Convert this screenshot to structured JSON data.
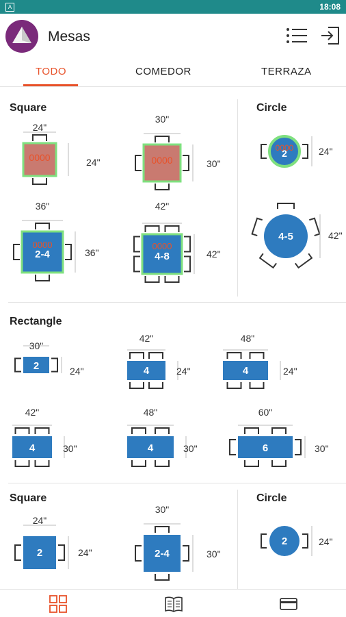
{
  "status_bar": {
    "time": "18:08",
    "notification_icon": "A"
  },
  "app_bar": {
    "title": "Mesas",
    "logo_icon": "pyramid-logo",
    "list_icon": "list-icon",
    "exit_icon": "exit-icon"
  },
  "tabs": [
    {
      "label": "TODO",
      "active": true
    },
    {
      "label": "COMEDOR",
      "active": false
    },
    {
      "label": "TERRAZA",
      "active": false
    }
  ],
  "sections": {
    "square_1": "Square",
    "circle_1": "Circle",
    "rectangle": "Rectangle",
    "square_2": "Square",
    "circle_2": "Circle"
  },
  "tables": {
    "sq24": {
      "label": "0000",
      "width": "24\"",
      "height": "24\""
    },
    "sq30": {
      "label": "0000",
      "width": "30\"",
      "height": "30\""
    },
    "sq36": {
      "label": "2-4",
      "overlay": "0000",
      "width": "36\"",
      "height": "36\""
    },
    "sq42": {
      "label": "4-8",
      "overlay": "0000",
      "width": "42\"",
      "height": "42\""
    },
    "ci24": {
      "label": "2",
      "overlay": "0000",
      "height": "24\""
    },
    "ci42": {
      "label": "4-5",
      "height": "42\""
    },
    "r30": {
      "label": "2",
      "width": "30\"",
      "height": "24\""
    },
    "r42a": {
      "label": "4",
      "width": "42\"",
      "height": "24\""
    },
    "r48a": {
      "label": "4",
      "width": "48\"",
      "height": "24\""
    },
    "r42b": {
      "label": "4",
      "width": "42\"",
      "height": "30\""
    },
    "r48b": {
      "label": "4",
      "width": "48\"",
      "height": "30\""
    },
    "r60": {
      "label": "6",
      "width": "60\"",
      "height": "30\""
    },
    "sq24b": {
      "label": "2",
      "width": "24\"",
      "height": "24\""
    },
    "sq30b": {
      "label": "2-4",
      "width": "30\"",
      "height": "30\""
    },
    "ci24b": {
      "label": "2",
      "height": "24\""
    }
  },
  "bottom_nav": [
    {
      "icon": "grid-icon",
      "active": true
    },
    {
      "icon": "book-icon",
      "active": false
    },
    {
      "icon": "card-icon",
      "active": false
    }
  ],
  "colors": {
    "accent": "#e8522a",
    "table_blue": "#2e7bbf",
    "selected_fill": "#c97a70",
    "selected_border": "#7fe07f",
    "status_bar": "#1f8a8a",
    "logo": "#7a2a7a"
  }
}
